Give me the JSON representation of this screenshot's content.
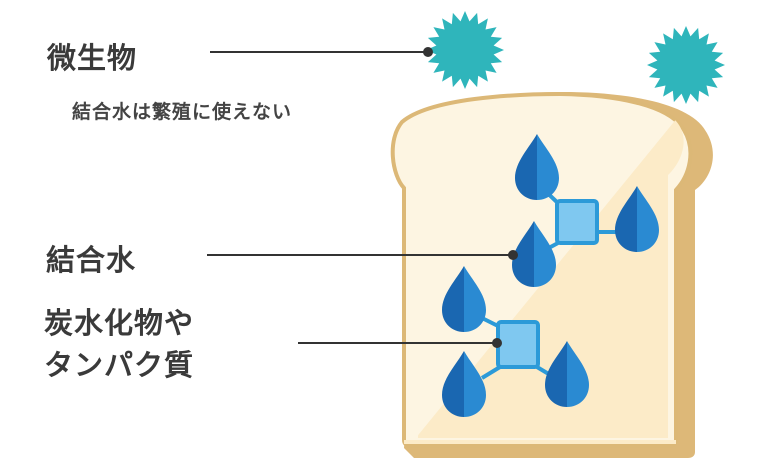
{
  "labels": {
    "microbes": "微生物",
    "note": "結合水は繁殖に使えない",
    "bound_water": "結合水",
    "carbs_line1": "炭水化物や",
    "carbs_line2": "タンパク質"
  },
  "colors": {
    "microbe": "#2fb5bb",
    "crust": "#dcb877",
    "bread_light": "#fdf5e2",
    "bread_mid": "#fcebc8",
    "drop_dark": "#1a67b1",
    "drop_light": "#2a8ad2",
    "molecule_fill": "#7fc8f0",
    "molecule_stroke": "#2c9ad8",
    "leader_line": "#333333"
  },
  "diagram": {
    "title_hint": "Bread slice showing microbes, bound water and carbohydrate/protein molecules",
    "microbe_count": 2,
    "molecule_clusters": 2,
    "drops_per_cluster": 3
  }
}
